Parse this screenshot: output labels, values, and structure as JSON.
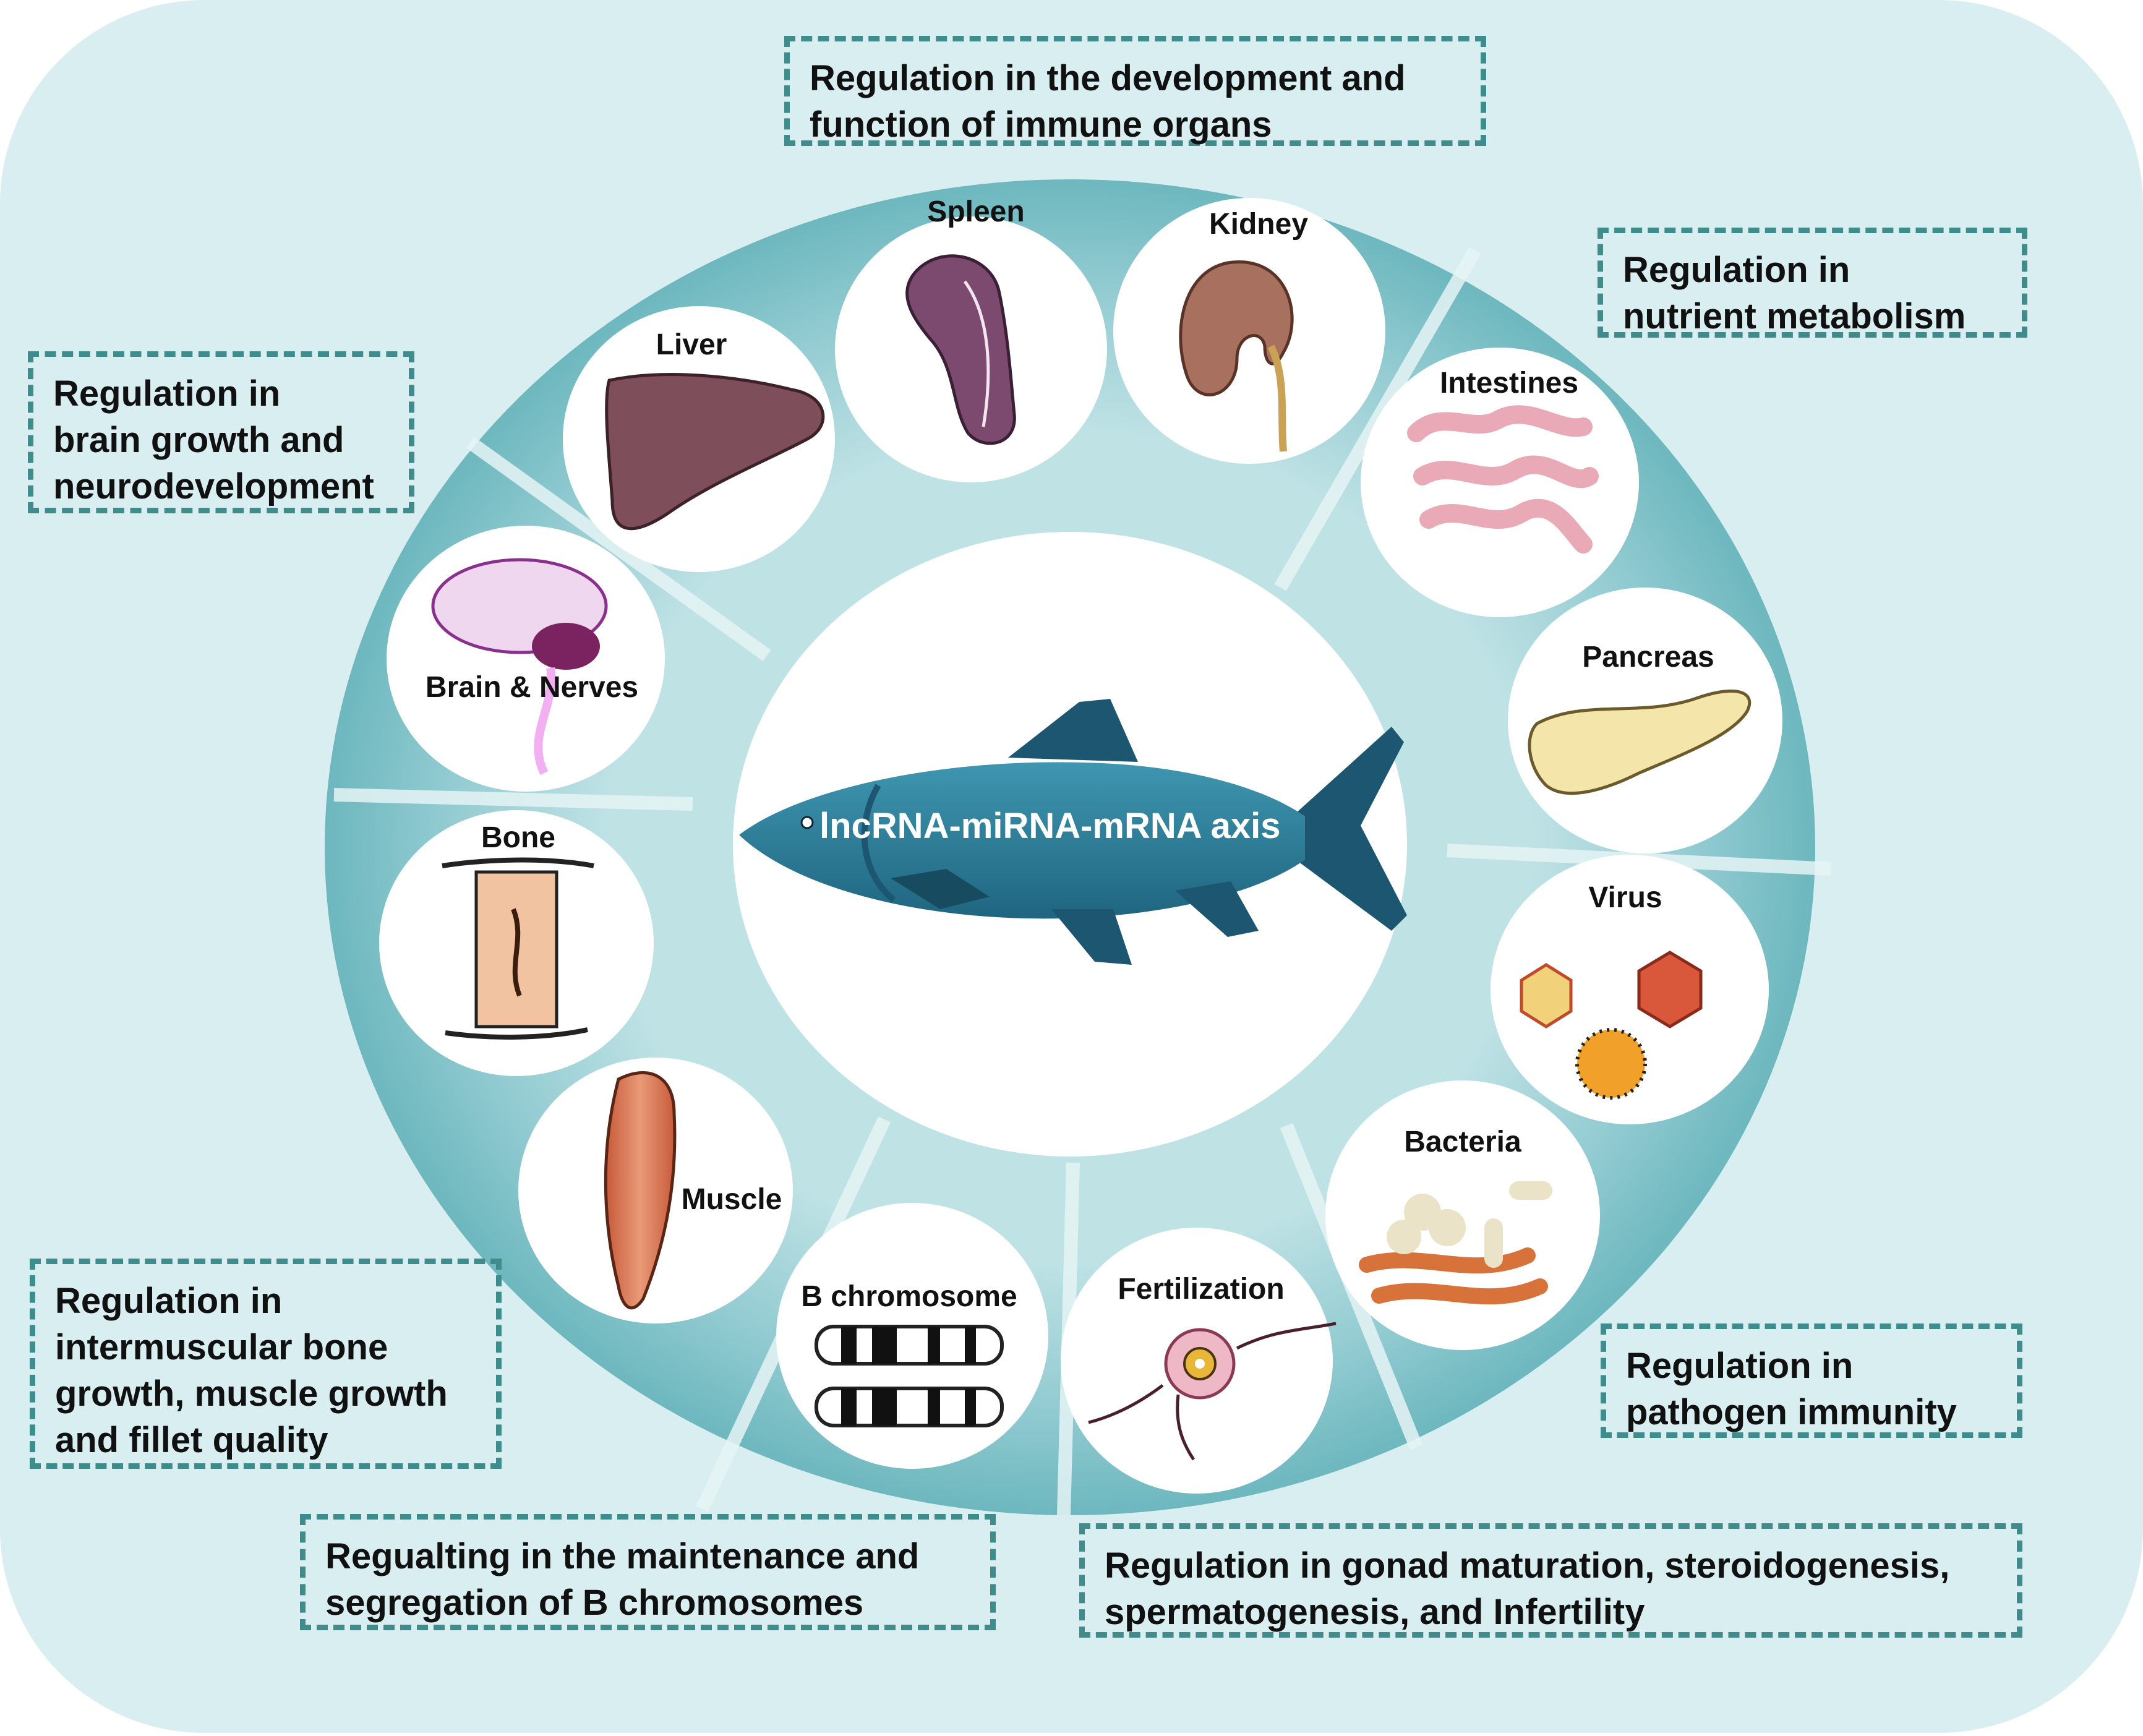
{
  "center_label": "lncRNA-miRNA-mRNA axis",
  "organs": {
    "spleen": "Spleen",
    "kidney": "Kidney",
    "liver": "Liver",
    "intestines": "Intestines",
    "pancreas": "Pancreas",
    "virus": "Virus",
    "bacteria": "Bacteria",
    "fertilization": "Fertilization",
    "b_chromosome": "B chromosome",
    "muscle": "Muscle",
    "bone": "Bone",
    "brain": "Brain & Nerves"
  },
  "regulations": {
    "immune_organs": "Regulation in the development and\nfunction of immune organs",
    "nutrient": "Regulation in\nnutrient metabolism",
    "brain": "Regulation in\nbrain growth and\nneurodevelopment",
    "muscle": "Regulation in\nintermuscular bone\ngrowth, muscle growth\nand fillet quality",
    "pathogen": "Regulation in\npathogen immunity",
    "b_chromosome": "Regualting in the maintenance and\nsegregation of B chromosomes",
    "gonad": "Regulation in gonad maturation, steroidogenesis,\nspermatogenesis, and Infertility"
  },
  "colors": {
    "background_panel": "#d9eef0",
    "ring": "#7ec3c8",
    "note_border": "#3e8c8c",
    "fish_body": "#2d7e98",
    "fish_fin": "#1d5670"
  }
}
